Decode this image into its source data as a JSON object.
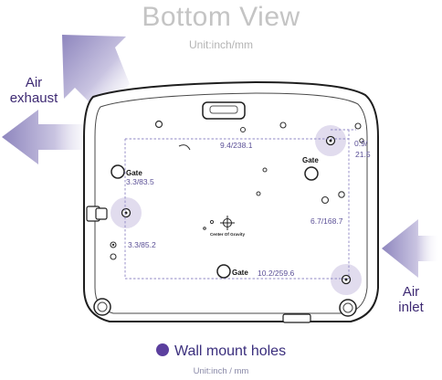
{
  "title": "Bottom View",
  "subtitle": "Unit:inch/mm",
  "air_exhaust_label": "Air\nexhaust",
  "air_inlet_label": "Air\ninlet",
  "dimensions": {
    "top_width": "9.4/238.1",
    "right_top_line1": "0.9/",
    "right_top_line2": "21.5",
    "right_side": "6.7/168.7",
    "left_upper": "3.3/83.5",
    "left_lower": "3.3/85.2",
    "bottom_width": "10.2/259.6"
  },
  "gate_label": "Gate",
  "center_of_gravity_label": "Center Of Gravity",
  "legend": {
    "label": "Wall mount holes",
    "unit": "Unit:inch / mm"
  },
  "colors": {
    "arrow": "#8e86be",
    "highlight": "#d9d3ea",
    "legend_dot": "#5b3f9e",
    "dimension_text": "#5a4f96"
  }
}
